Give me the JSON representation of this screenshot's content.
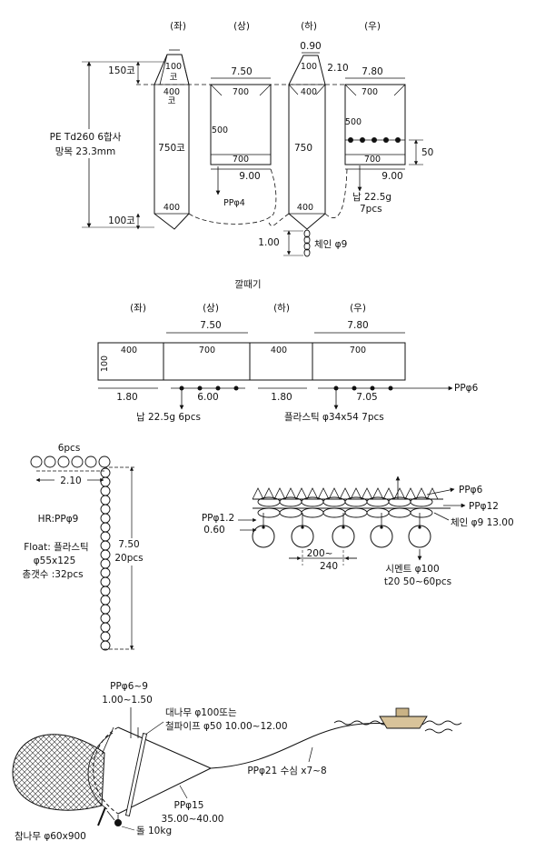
{
  "net_panels": {
    "headers": [
      "(좌)",
      "(상)",
      "(하)",
      "(우)"
    ],
    "material": "PE Td260 6합사",
    "mesh": "망목 23.3mm",
    "left": {
      "top": "100",
      "top2": "코",
      "mid": "400",
      "mid2": "코",
      "body": "750코",
      "bottom": "400",
      "top_mesh": "150코",
      "bottom_mesh": "100코"
    },
    "upper": {
      "width_top": "7.50",
      "top": "700",
      "side": "500",
      "bottom": "700",
      "width_bottom": "9.00",
      "rope": "PPφ4"
    },
    "lower": {
      "top_width": "0.90",
      "top": "100",
      "mid": "400",
      "side": "2.10",
      "body": "750",
      "bottom": "400",
      "chain_len": "1.00",
      "chain": "체인 φ9"
    },
    "right": {
      "width_top": "7.80",
      "top": "700",
      "side": "500",
      "bottom": "700",
      "width_bottom": "9.00",
      "float_gap": "50",
      "lead": "납 22.5g",
      "lead_count": "7pcs"
    }
  },
  "strip": {
    "title": "깔때기",
    "headers": [
      "(좌)",
      "(상)",
      "(하)",
      "(우)"
    ],
    "width_upper": "7.50",
    "width_right": "7.80",
    "height": "100",
    "cells": [
      "400",
      "700",
      "400",
      "700"
    ],
    "bottom_dims": [
      "1.80",
      "6.00",
      "1.80",
      "7.05"
    ],
    "rope": "PPφ6",
    "lead": "납 22.5g 6pcs",
    "float": "플라스틱 φ34x54 7pcs"
  },
  "float_frame": {
    "top_count": "6pcs",
    "top_width": "2.10",
    "hr": "HR:PPφ9",
    "float_label": "Float: 플라스틱",
    "float_size": "φ55x125",
    "total": "총갯수 :32pcs",
    "height": "7.50",
    "side_count": "20pcs"
  },
  "leadline": {
    "top_rope": "PPφ6",
    "rope12": "PPφ12",
    "chain": "체인 φ9 13.00",
    "left_rope": "PPφ1.2",
    "left_len": "0.60",
    "spacing": "200~",
    "spacing2": "240",
    "sinker": "시멘트 φ100",
    "sinker2": "t20 50~60pcs"
  },
  "rig": {
    "float_rope": "PPφ6~9",
    "float_len": "1.00~1.50",
    "pole": "대나무 φ100또는",
    "pole2": "철파이프 φ50 10.00~12.00",
    "towline": "PPφ21 수심 x7~8",
    "bridle": "PPφ15",
    "bridle_len": "35.00~40.00",
    "oak": "참나무 φ60x900",
    "stone": "돌 10kg"
  }
}
